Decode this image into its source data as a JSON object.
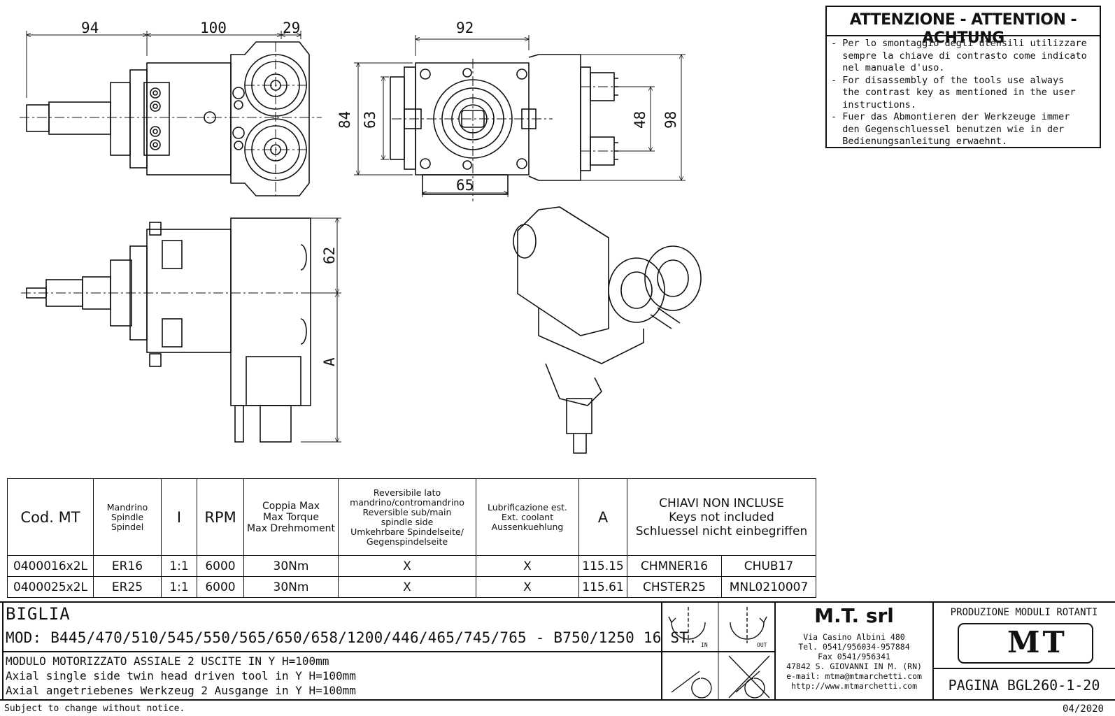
{
  "warning": {
    "title": "ATTENZIONE - ATTENTION - ACHTUNG",
    "lines": [
      "- Per lo smontaggio degli utensili utilizzare",
      "  sempre la chiave di contrasto come indicato",
      "  nel manuale d'uso.",
      "- For disassembly of the tools use always",
      "  the contrast key as mentioned in the user",
      "  instructions.",
      "- Fuer das Abmontieren der Werkzeuge immer",
      "  den Gegenschluessel benutzen wie in der",
      "  Bedienungsanleitung erwaehnt."
    ]
  },
  "drawing": {
    "dims": {
      "d94": "94",
      "d100": "100",
      "d29": "29",
      "d92": "92",
      "d84": "84",
      "d63": "63",
      "d65": "65",
      "d48": "48",
      "d98": "98",
      "d62": "62",
      "dA": "A"
    }
  },
  "table": {
    "headers": {
      "cod": "Cod. MT",
      "mandrino": [
        "Mandrino",
        "Spindle",
        "Spindel"
      ],
      "ratio": "I",
      "rpm": "RPM",
      "torque": [
        "Coppia Max",
        "Max Torque",
        "Max Drehmoment"
      ],
      "reversible": [
        "Reversibile lato",
        "mandrino/contromandrino",
        "Reversible sub/main",
        "spindle side",
        "Umkehrbare Spindelseite/",
        "Gegenspindelseite"
      ],
      "lubrication": [
        "Lubrificazione est.",
        "Ext. coolant",
        "Aussenkuehlung"
      ],
      "a": "A",
      "keys": [
        "CHIAVI NON INCLUSE",
        "Keys not included",
        "Schluessel nicht einbegriffen"
      ]
    },
    "rows": [
      {
        "cod": "0400016x2L",
        "mandrino": "ER16",
        "ratio": "1:1",
        "rpm": "6000",
        "torque": "30Nm",
        "reversible": "X",
        "lubrication": "X",
        "a": "115.15",
        "key1": "CHMNER16",
        "key2": "CHUB17"
      },
      {
        "cod": "0400025x2L",
        "mandrino": "ER25",
        "ratio": "1:1",
        "rpm": "6000",
        "torque": "30Nm",
        "reversible": "X",
        "lubrication": "X",
        "a": "115.61",
        "key1": "CHSTER25",
        "key2": "MNL0210007"
      }
    ]
  },
  "titleblock": {
    "brand": "BIGLIA",
    "models": "MOD: B445/470/510/545/550/565/650/658/1200/446/465/745/765 - B750/1250 16 ST.",
    "desc_it": "MODULO MOTORIZZATO ASSIALE 2 USCITE IN Y H=100mm",
    "desc_en": "Axial single side twin head driven tool in Y H=100mm",
    "desc_de": "Axial angetriebenes Werkzeug 2 Ausgange in Y H=100mm",
    "icon_in": "IN",
    "icon_out": "OUT",
    "company": "M.T. srl",
    "address": [
      "Via Casino Albini 480",
      "Tel. 0541/956034-957884",
      "Fax 0541/956341",
      "47842 S. GIOVANNI IN M. (RN)",
      "e-mail: mtma@mtmarchetti.com",
      "http://www.mtmarchetti.com"
    ],
    "production": "PRODUZIONE MODULI ROTANTI",
    "logo": "MT",
    "page": "PAGINA BGL260-1-20"
  },
  "footer": {
    "notice": "Subject to change without notice.",
    "date": "04/2020"
  }
}
